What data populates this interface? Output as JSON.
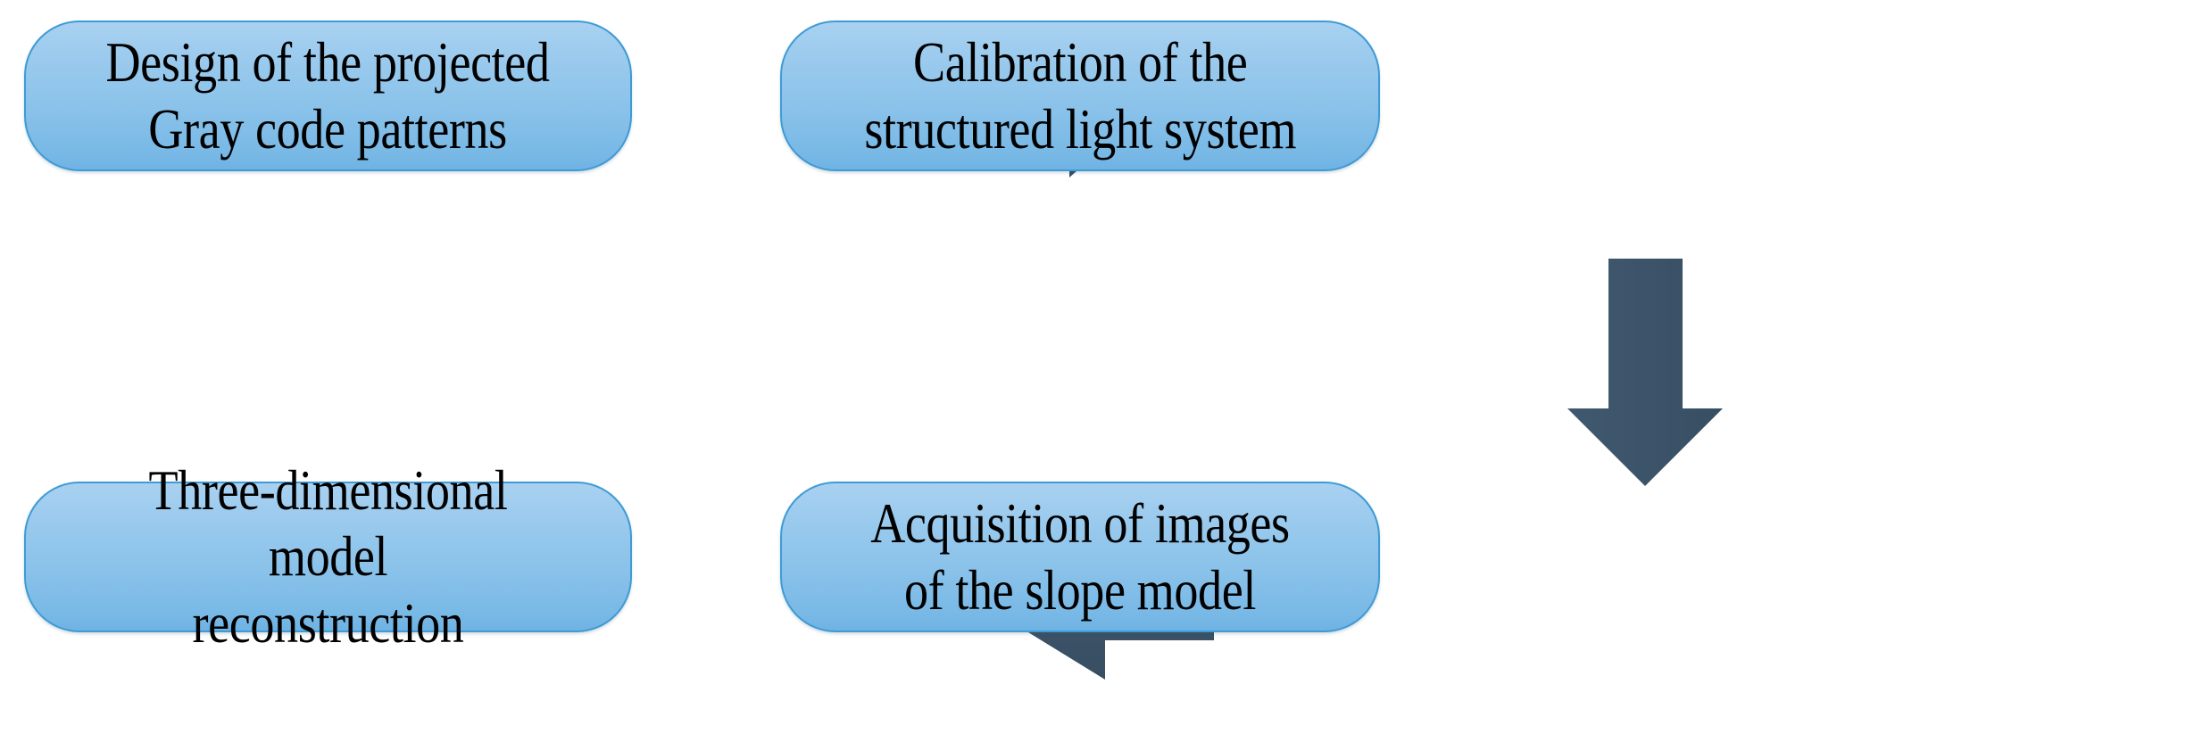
{
  "diagram": {
    "type": "flowchart",
    "title": "Structured light 3D slope model reconstruction workflow",
    "orientation": "2x2 grid, clockwise flow",
    "palette": {
      "node_fill_top": "#A9D1F0",
      "node_fill_bottom": "#6FB3E3",
      "node_border": "#3E9BD5",
      "arrow_fill": "#3B5268",
      "text": "#000000",
      "background": "#FFFFFF"
    },
    "nodes": [
      {
        "id": "design",
        "label": "Design of the projected\nGray code patterns",
        "line1": "Design of the projected",
        "line2": "Gray code patterns",
        "position": "top-left",
        "order": 1
      },
      {
        "id": "calibration",
        "label": "Calibration of the\nstructured light system",
        "line1": "Calibration of the",
        "line2": "structured light system",
        "position": "top-right",
        "order": 2
      },
      {
        "id": "acquisition",
        "label": "Acquisition of images\nof the slope model",
        "line1": "Acquisition of images",
        "line2": "of the slope model",
        "position": "bottom-right",
        "order": 3
      },
      {
        "id": "reconstruction",
        "label": "Three-dimensional model\nreconstruction",
        "line1": "Three-dimensional model",
        "line2": "reconstruction",
        "position": "bottom-left",
        "order": 4
      }
    ],
    "connectors": [
      {
        "id": "design-to-calibration",
        "from": "design",
        "to": "calibration",
        "direction": "right"
      },
      {
        "id": "calibration-to-acquisition",
        "from": "calibration",
        "to": "acquisition",
        "direction": "down"
      },
      {
        "id": "acquisition-to-reconstruction",
        "from": "acquisition",
        "to": "reconstruction",
        "direction": "left"
      }
    ]
  }
}
